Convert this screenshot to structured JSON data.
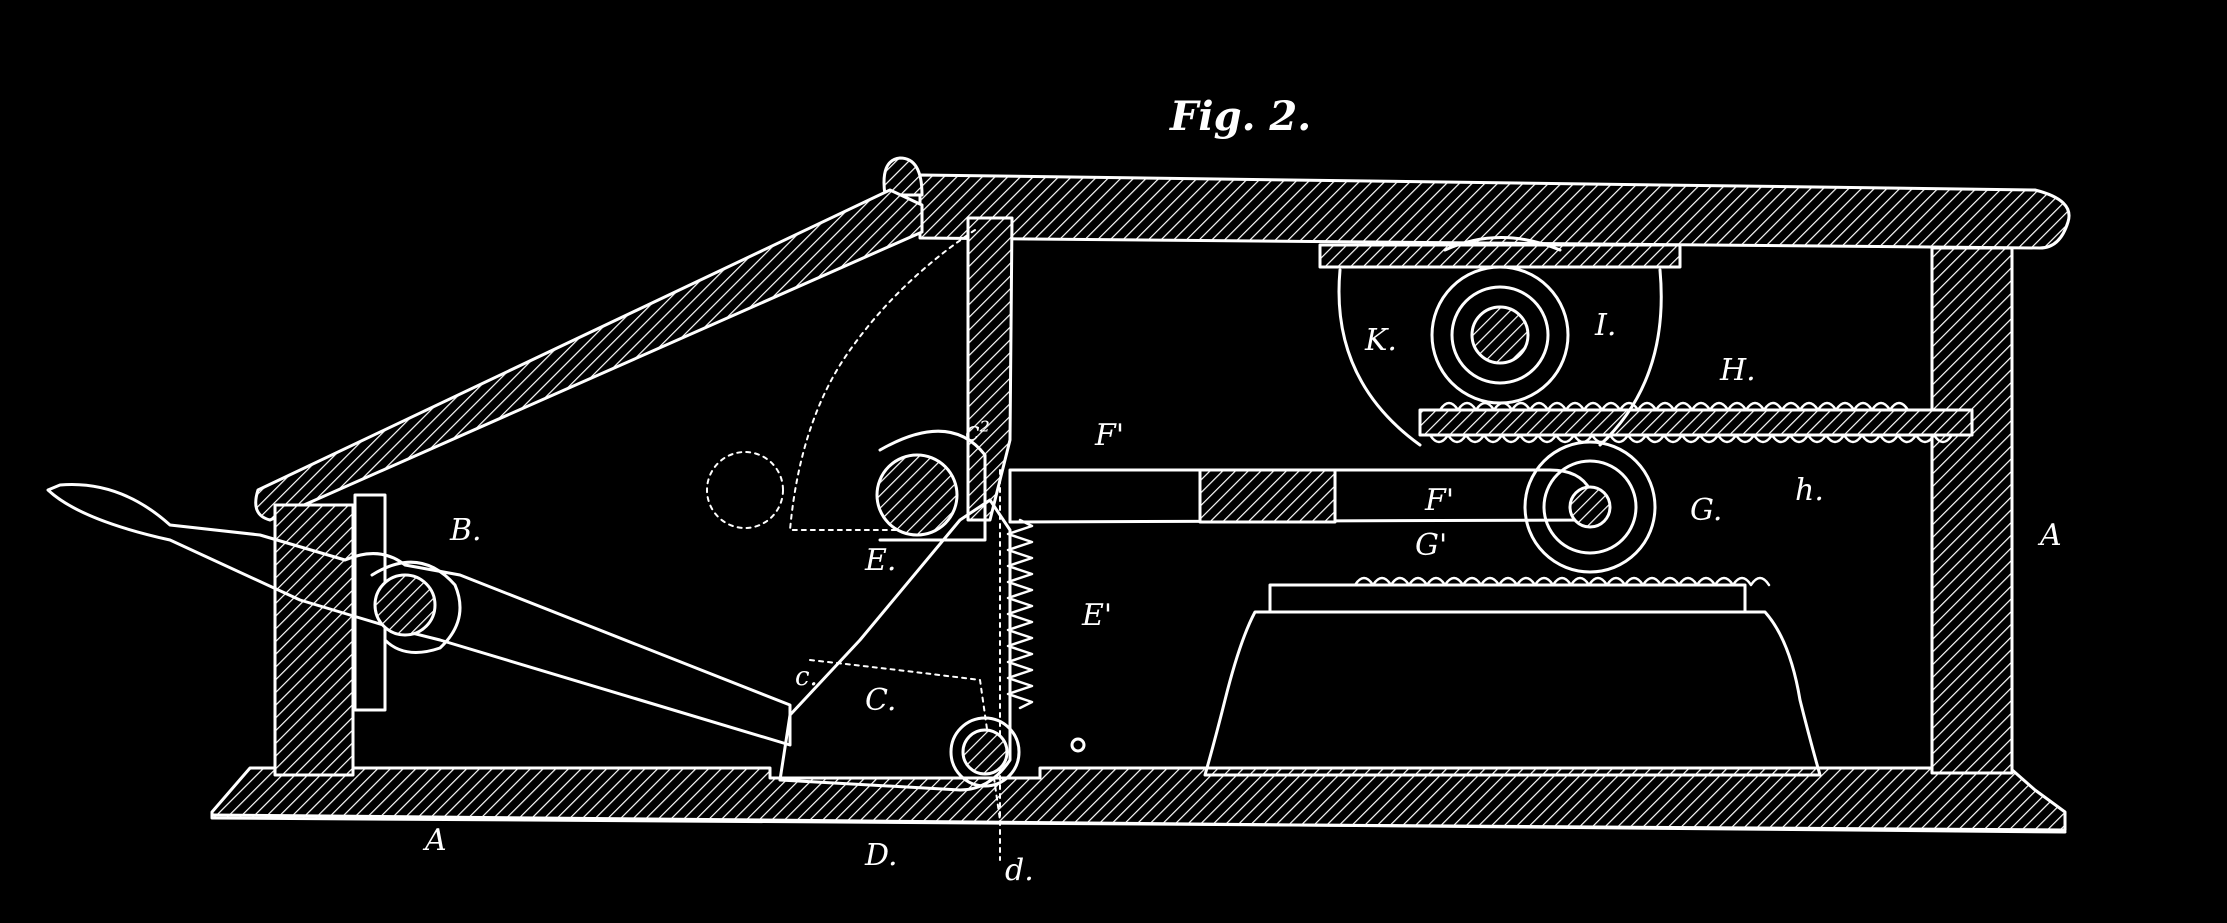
{
  "figure": {
    "title": "Fig. 2.",
    "ink_color": "#ffffff",
    "background_color": "#000000"
  },
  "labels": {
    "A_base": "A",
    "A_right": "A",
    "B": "B.",
    "C": "C.",
    "c_lower": "c.",
    "c2": "c²",
    "D": "D.",
    "d": "d.",
    "E": "E.",
    "E_prime": "E'",
    "F_prime_top": "F'",
    "F_prime_mid": "F'",
    "G": "G.",
    "G_prime": "G'",
    "H": "H.",
    "h": "h.",
    "I": "I.",
    "K": "K."
  }
}
